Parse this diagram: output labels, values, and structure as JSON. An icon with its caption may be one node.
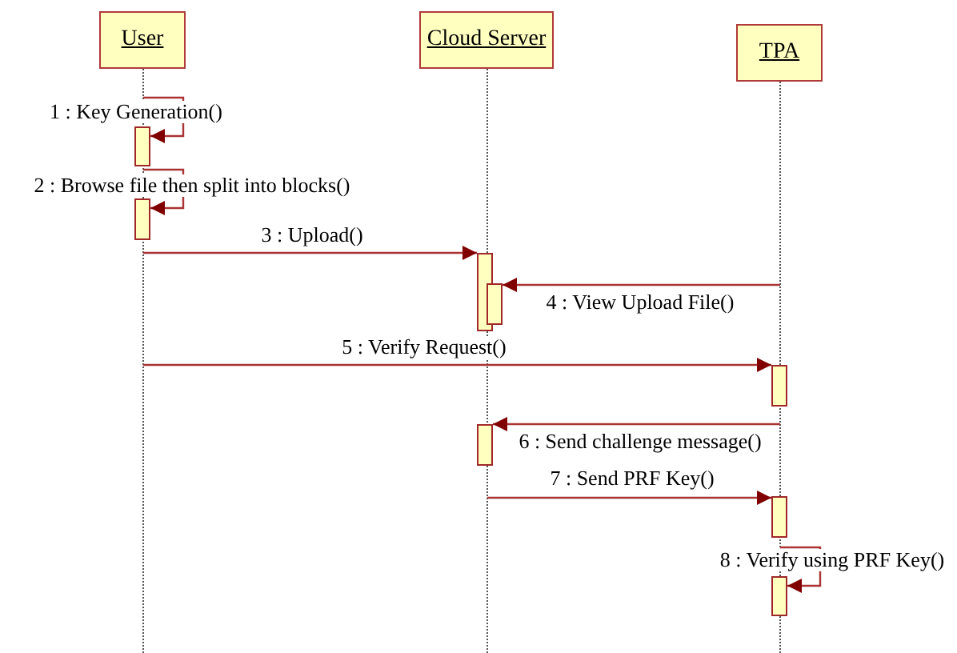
{
  "diagram": {
    "nodes": [
      {
        "text": [
          "User"
        ]
      },
      {
        "text": [
          "Cloud Server"
        ]
      },
      {
        "text": [
          "TPA"
        ]
      },
      {
        "text": [],
        "shape": "line"
      },
      {
        "text": [],
        "shape": "line"
      },
      {
        "text": [],
        "shape": "line"
      },
      {
        "text": [],
        "shape": "bar"
      },
      {
        "text": [],
        "shape": "bar"
      },
      {
        "text": [],
        "shape": "bar"
      },
      {
        "text": [],
        "shape": "bar"
      },
      {
        "text": [],
        "shape": "bar"
      },
      {
        "text": [],
        "shape": "bar"
      },
      {
        "text": [],
        "shape": "bar"
      },
      {
        "text": [],
        "shape": "bar"
      }
    ],
    "edges": [
      {
        "from": 3,
        "to": 6,
        "arrow": "to",
        "label": "1 : Key Generation()"
      },
      {
        "from": 3,
        "to": 7,
        "arrow": "to",
        "label": "2 : Browse file then split into blocks()"
      },
      {
        "from": 3,
        "to": 8,
        "arrow": "to",
        "label": "3 : Upload()"
      },
      {
        "from": 5,
        "to": 9,
        "arrow": "to",
        "label": "4 : View Upload File()"
      },
      {
        "from": 3,
        "to": 10,
        "arrow": "to",
        "label": "5 : Verify Request()"
      },
      {
        "from": 5,
        "to": 11,
        "arrow": "to",
        "label": "6 : Send challenge message()"
      },
      {
        "from": 4,
        "to": 12,
        "arrow": "to",
        "label": "7 : Send PRF Key()"
      },
      {
        "from": 5,
        "to": 13,
        "arrow": "to",
        "label": "8 : Verify using PRF Key()"
      }
    ]
  }
}
